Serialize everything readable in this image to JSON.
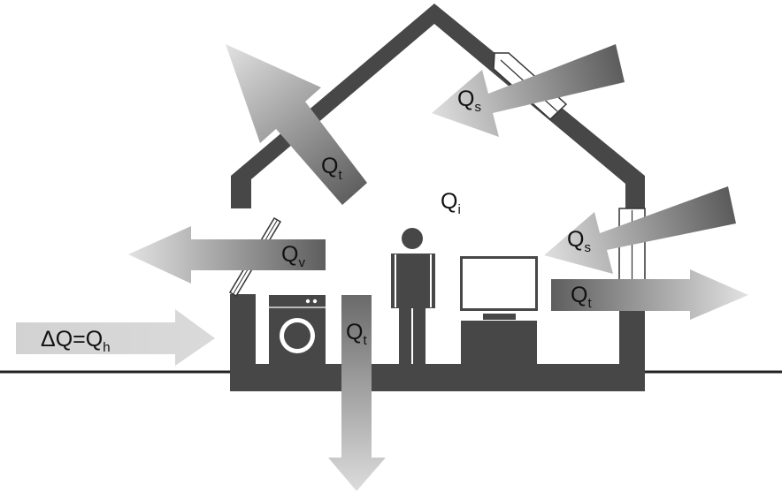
{
  "diagram": {
    "labels": {
      "roof_transmission": {
        "main": "Q",
        "sub": "t"
      },
      "roof_solar": {
        "main": "Q",
        "sub": "s"
      },
      "internal": {
        "main": "Q",
        "sub": "i"
      },
      "ventilation": {
        "main": "Q",
        "sub": "v"
      },
      "wall_solar": {
        "main": "Q",
        "sub": "s"
      },
      "wall_transmission": {
        "main": "Q",
        "sub": "t"
      },
      "floor_transmission": {
        "main": "Q",
        "sub": "t"
      },
      "heating_demand": {
        "main": "ΔQ=Q",
        "sub": "h"
      }
    },
    "colors": {
      "structure": "#474747",
      "ground_line": "#222222",
      "arrow_dark": "#5e5e5e",
      "arrow_light": "#d8d8d8"
    },
    "icons": [
      "person-icon",
      "washing-machine-icon",
      "television-icon"
    ]
  }
}
